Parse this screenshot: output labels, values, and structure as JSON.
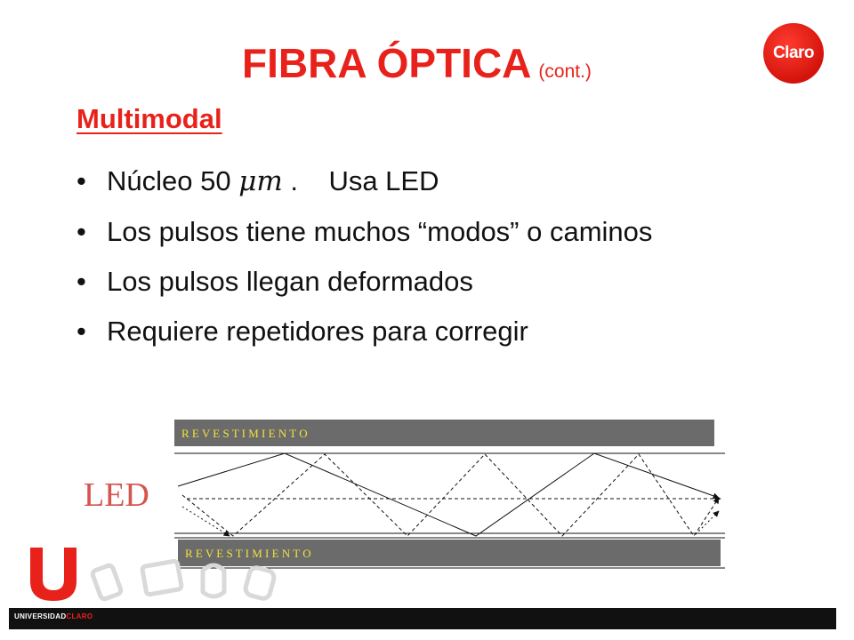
{
  "slide": {
    "title": "FIBRA ÓPTICA",
    "title_suffix": "(cont.)",
    "subtitle": "Multimodal"
  },
  "bullets": [
    {
      "before": "Núcleo 50 ",
      "symbol": "μm",
      "after": " .    Usa LED"
    },
    {
      "text": "Los pulsos tiene muchos “modos” o caminos"
    },
    {
      "text": "Los pulsos llegan deformados"
    },
    {
      "text": "Requiere repetidores para corregir"
    }
  ],
  "diagram": {
    "cladding_top_label": "R E V E S T I M I E N T O",
    "cladding_bottom_label": "R E V E S T I M I E N T O",
    "source_label": "LED",
    "colors": {
      "cladding": "#6b6b6b",
      "cladding_text": "#f2e33a",
      "led_text": "#d4554e",
      "ray": "#111111"
    }
  },
  "branding": {
    "claro_logo": "Claro",
    "footer_left": "UNIVERSIDAD",
    "footer_right": "CLARO",
    "accent_color": "#e8221b"
  }
}
